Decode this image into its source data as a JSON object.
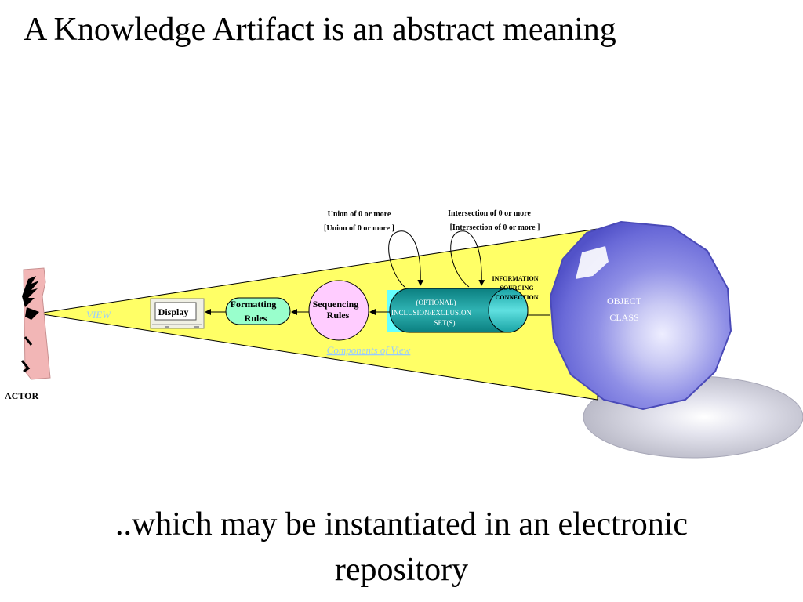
{
  "slide": {
    "title": "A Knowledge Artifact is an abstract meaning",
    "subtitle_line1": "..which may be instantiated in an electronic",
    "subtitle_line2": "repository"
  },
  "diagram": {
    "actor_label": "ACTOR",
    "view_label": "VIEW",
    "display_label": "Display",
    "formatting_line1": "Formatting",
    "formatting_line2": "Rules",
    "sequencing_line1": "Sequencing",
    "sequencing_line2": "Rules",
    "inclusion_line1": "(OPTIONAL)",
    "inclusion_line2": "INCLUSION/EXCLUSION",
    "inclusion_line3": "SET(S)",
    "info_line1": "INFORMATION",
    "info_line2": "SOURCING",
    "info_line3": "CONNECTION",
    "object_line1": "OBJECT",
    "object_line2": "CLASS",
    "union_line1": "Union of 0 or more",
    "union_line2": "[Union of 0 or more ]",
    "intersection_line1": "Intersection of 0 or more",
    "intersection_line2": "[Intersection of 0 or more ]",
    "components_label": "Components of View"
  },
  "colors": {
    "cone": "#ffff66",
    "formatting_fill": "#99ffcc",
    "sequencing_fill": "#ffccff",
    "cylinder_fill": "#009999",
    "cylinder_highlight": "#66ffff",
    "sphere": "#6666dd",
    "shadow": "#c0c0cc",
    "link_label": "#99ccff"
  }
}
